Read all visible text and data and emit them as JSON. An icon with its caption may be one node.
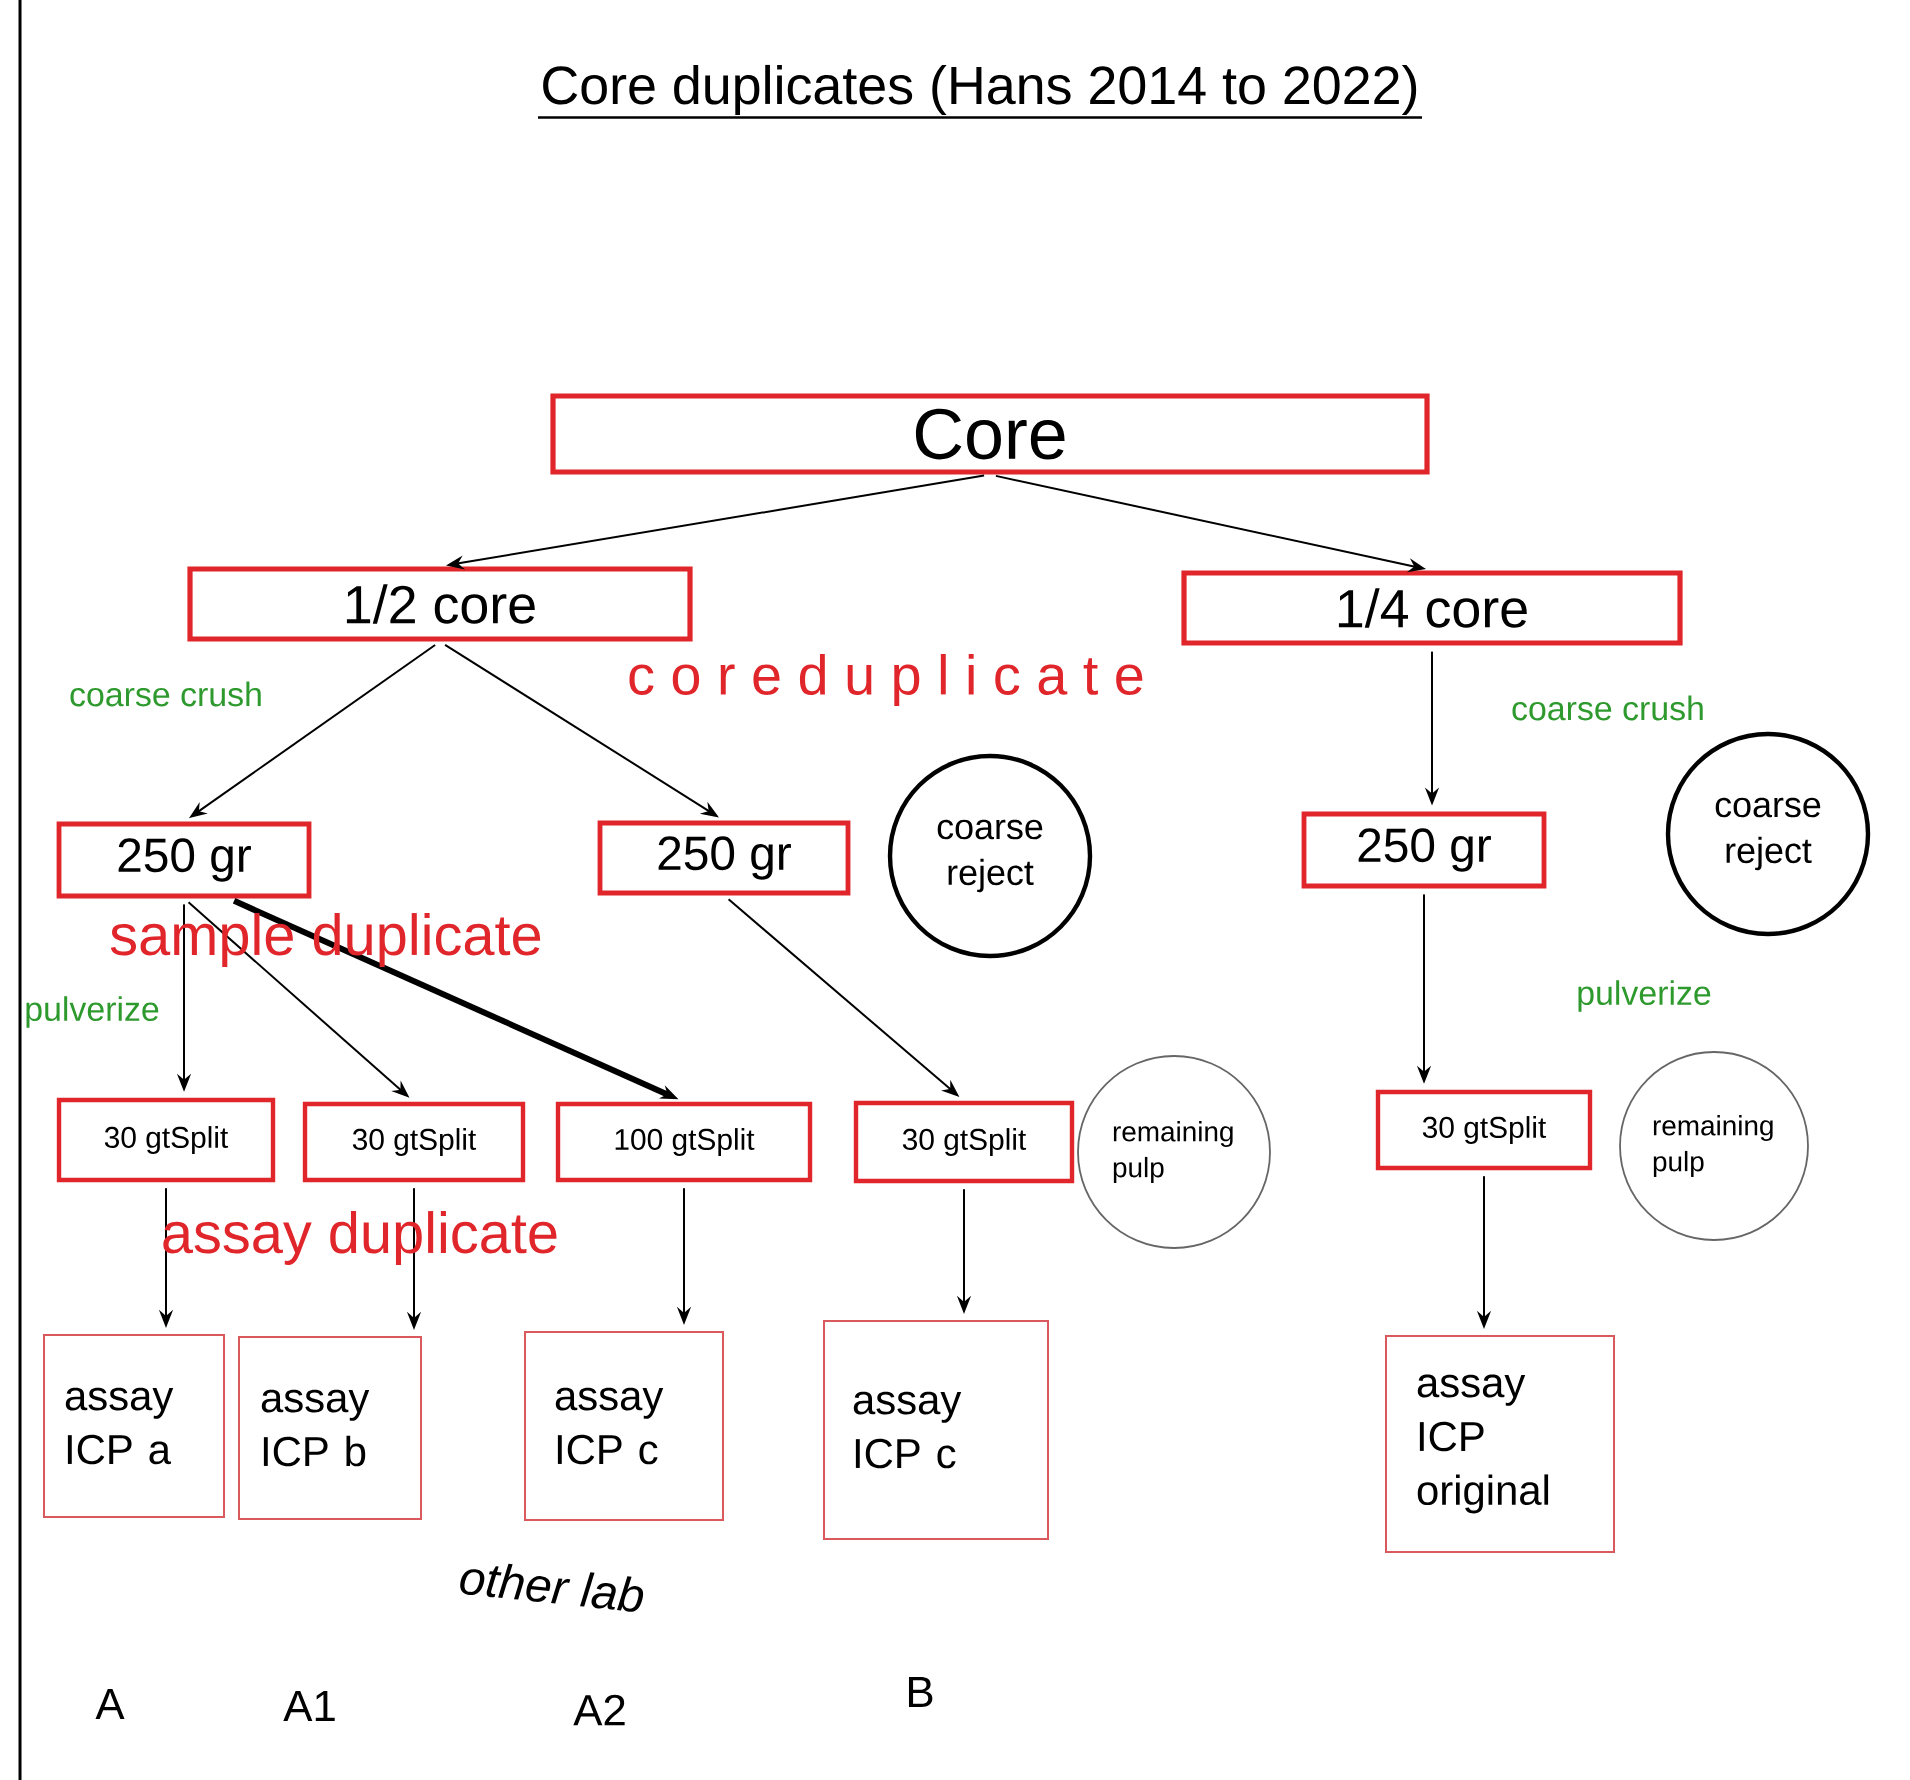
{
  "diagram": {
    "title": "Core duplicates (Hans 2014 to 2022)",
    "nodes": [
      {
        "text": [
          "Core"
        ]
      },
      {
        "text": [
          "1/2 core"
        ]
      },
      {
        "text": [
          "1/4 core"
        ]
      },
      {
        "text": [
          "250 gr"
        ]
      },
      {
        "text": [
          "250 gr"
        ]
      },
      {
        "text": [
          "coarse reject"
        ]
      },
      {
        "text": [
          "250 gr"
        ]
      },
      {
        "text": [
          "coarse reject"
        ]
      },
      {
        "text": [
          "30 gtSplit"
        ]
      },
      {
        "text": [
          "30 gtSplit"
        ]
      },
      {
        "text": [
          "100 gtSplit"
        ]
      },
      {
        "text": [
          "30 gtSplit"
        ]
      },
      {
        "text": [
          "remaining pulp"
        ]
      },
      {
        "text": [
          "30 gtSplit"
        ]
      },
      {
        "text": [
          "remaining pulp"
        ]
      },
      {
        "text": [
          "assay ICP a"
        ]
      },
      {
        "text": [
          "assay ICP b"
        ]
      },
      {
        "text": [
          "assay ICP c"
        ]
      },
      {
        "text": [
          "assay ICP c"
        ]
      },
      {
        "text": [
          "assay ICP original"
        ]
      }
    ],
    "edges": [
      {
        "from": 0,
        "to": 1,
        "arrow": "to"
      },
      {
        "from": 0,
        "to": 2,
        "arrow": "to"
      },
      {
        "from": 1,
        "to": 3,
        "arrow": "to"
      },
      {
        "from": 1,
        "to": 4,
        "arrow": "to"
      },
      {
        "from": 2,
        "to": 6,
        "arrow": "to"
      },
      {
        "from": 3,
        "to": 8,
        "arrow": "to"
      },
      {
        "from": 3,
        "to": 9,
        "arrow": "to"
      },
      {
        "from": 3,
        "to": 10,
        "arrow": "to",
        "style": "thick"
      },
      {
        "from": 4,
        "to": 11,
        "arrow": "to"
      },
      {
        "from": 6,
        "to": 13,
        "arrow": "to"
      },
      {
        "from": 8,
        "to": 15,
        "arrow": "to"
      },
      {
        "from": 9,
        "to": 16,
        "arrow": "to"
      },
      {
        "from": 10,
        "to": 17,
        "arrow": "to"
      },
      {
        "from": 11,
        "to": 18,
        "arrow": "to"
      },
      {
        "from": 13,
        "to": 19,
        "arrow": "to"
      }
    ],
    "labels": [
      "coarse crush",
      "c o r e d u p l i c a t e",
      "coarse crush",
      "sample duplicate",
      "pulverize",
      "pulverize",
      "assay duplicate",
      "other lab",
      "A",
      "A1",
      "A2",
      "B"
    ]
  }
}
